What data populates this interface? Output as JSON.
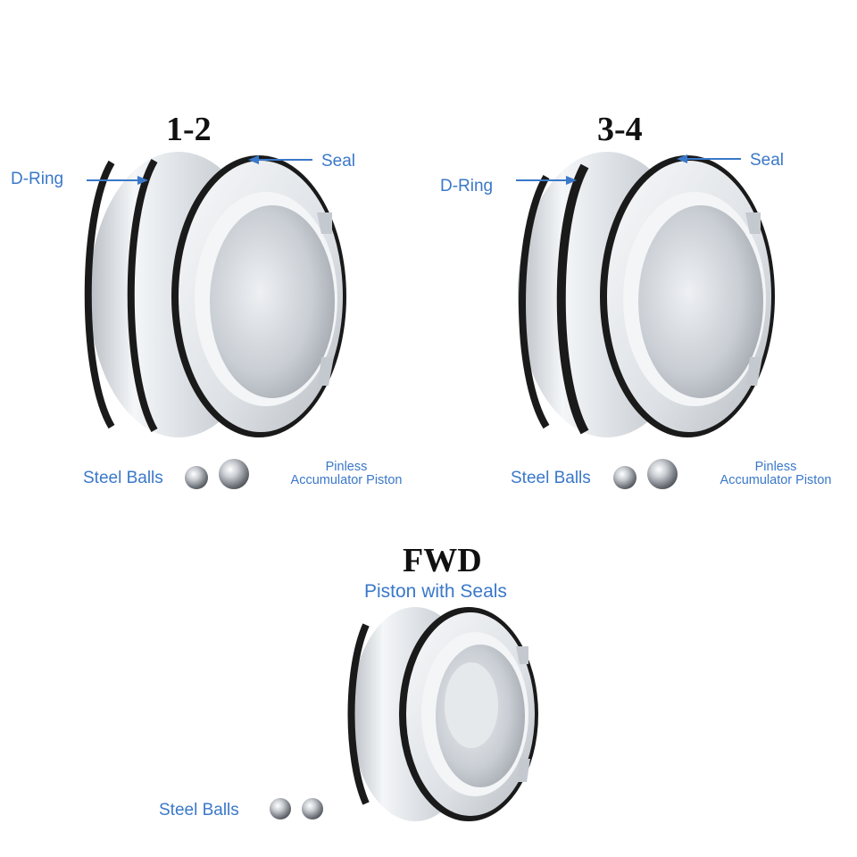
{
  "colors": {
    "label_blue": "#3a78c9",
    "title_black": "#111111",
    "seal_black": "#1a1a1a",
    "aluminum": "#d9dde2",
    "background": "#ffffff"
  },
  "groups": [
    {
      "title": "1-2",
      "dring_label": "D-Ring",
      "seal_label": "Seal",
      "balls_label": "Steel Balls",
      "piston_label_line1": "Pinless",
      "piston_label_line2": "Accumulator Piston"
    },
    {
      "title": "3-4",
      "dring_label": "D-Ring",
      "seal_label": "Seal",
      "balls_label": "Steel Balls",
      "piston_label_line1": "Pinless",
      "piston_label_line2": "Accumulator Piston"
    },
    {
      "title": "FWD",
      "subtitle": "Piston with Seals",
      "balls_label": "Steel Balls"
    }
  ]
}
